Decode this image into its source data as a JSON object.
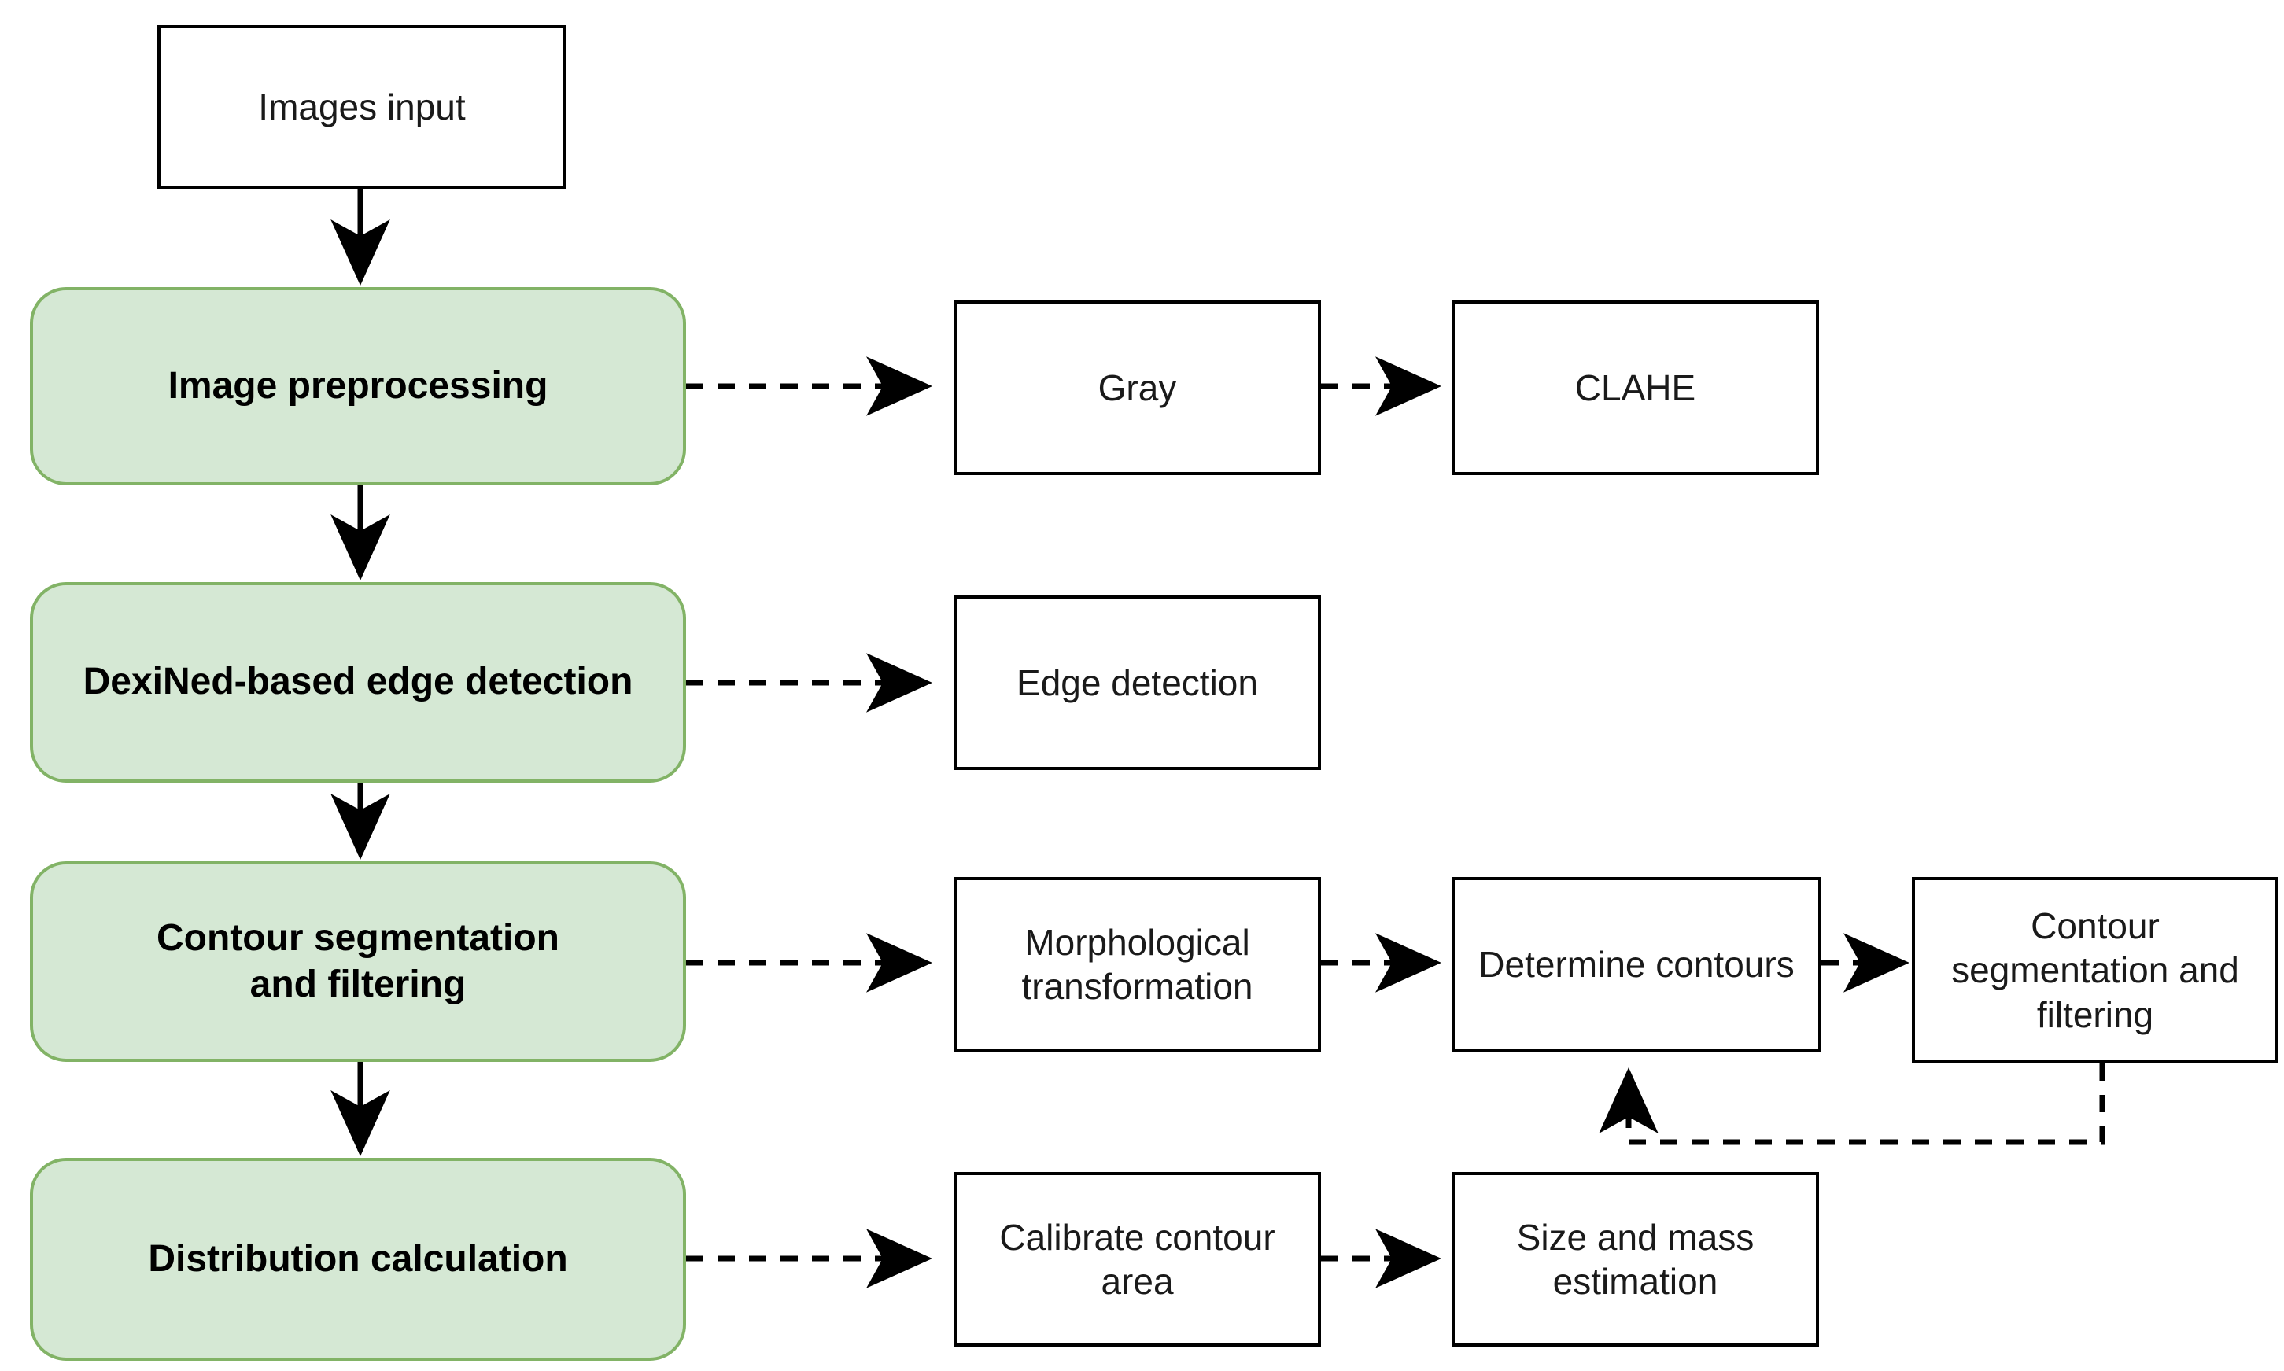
{
  "diagram": {
    "title": "Image processing pipeline flowchart",
    "colors": {
      "stage_fill": "#d5e8d4",
      "stage_border": "#82b366",
      "box_fill": "#ffffff",
      "box_border": "#000000",
      "background": "#ffffff",
      "text": "#000000"
    },
    "input_node": {
      "label": "Images input"
    },
    "stages": [
      {
        "label": "Image preprocessing"
      },
      {
        "label": "DexiNed-based edge detection"
      },
      {
        "label": "Contour segmentation\nand filtering"
      },
      {
        "label": "Distribution calculation"
      }
    ],
    "steps": [
      {
        "label": "Gray"
      },
      {
        "label": "CLAHE"
      },
      {
        "label": "Edge detection"
      },
      {
        "label": "Morphological\ntransformation"
      },
      {
        "label": "Determine contours"
      },
      {
        "label": "Contour\nsegmentation and\nfiltering"
      },
      {
        "label": "Calibrate contour\narea"
      },
      {
        "label": "Size and mass\nestimation"
      }
    ],
    "edges": [
      {
        "from": "Images input",
        "to": "Image preprocessing",
        "style": "solid"
      },
      {
        "from": "Image preprocessing",
        "to": "DexiNed-based edge detection",
        "style": "solid"
      },
      {
        "from": "DexiNed-based edge detection",
        "to": "Contour segmentation and filtering",
        "style": "solid"
      },
      {
        "from": "Contour segmentation and filtering",
        "to": "Distribution calculation",
        "style": "solid"
      },
      {
        "from": "Image preprocessing",
        "to": "Gray",
        "style": "dashed"
      },
      {
        "from": "Gray",
        "to": "CLAHE",
        "style": "dashed"
      },
      {
        "from": "DexiNed-based edge detection",
        "to": "Edge detection",
        "style": "dashed"
      },
      {
        "from": "Contour segmentation and filtering",
        "to": "Morphological transformation",
        "style": "dashed"
      },
      {
        "from": "Morphological transformation",
        "to": "Determine contours",
        "style": "dashed"
      },
      {
        "from": "Determine contours",
        "to": "Contour segmentation and filtering (step)",
        "style": "dashed"
      },
      {
        "from": "Contour segmentation and filtering (step)",
        "to": "Determine contours",
        "style": "dashed-feedback"
      },
      {
        "from": "Distribution calculation",
        "to": "Calibrate contour area",
        "style": "dashed"
      },
      {
        "from": "Calibrate contour area",
        "to": "Size and mass estimation",
        "style": "dashed"
      }
    ]
  }
}
